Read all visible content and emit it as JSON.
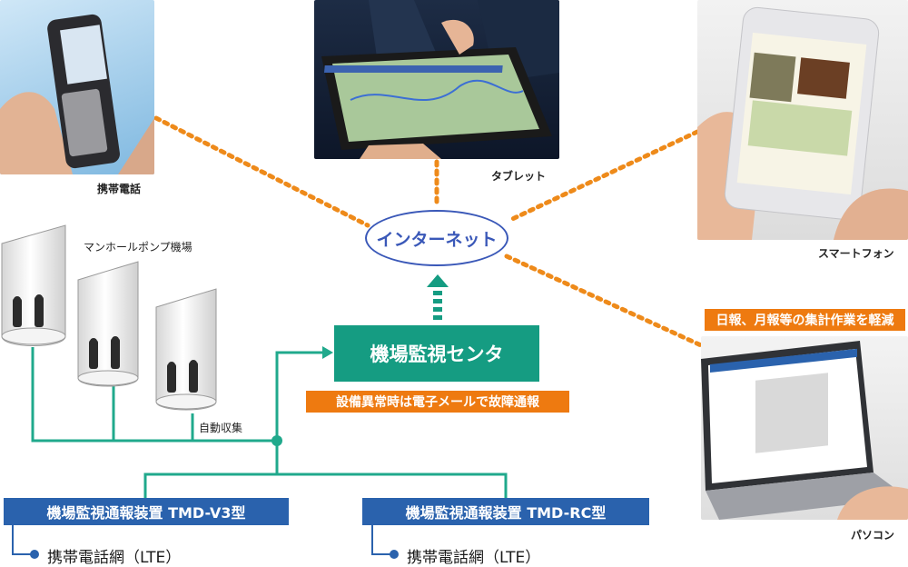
{
  "labels": {
    "mobile_phone": "携帯電話",
    "tablet": "タブレット",
    "smartphone": "スマートフォン",
    "pc": "パソコン",
    "internet": "インターネット",
    "manhole_station": "マンホールポンプ機場",
    "auto_collect": "自動収集",
    "monitor_center": "機場監視センタ",
    "alert_email": "設備異常時は電子メールで故障通報",
    "report_work": "日報、月報等の集計作業を軽減",
    "device_v3": "機場監視通報装置 TMD-V3型",
    "device_rc": "機場監視通報装置 TMD-RC型",
    "network_v3": "携帯電話網（LTE）",
    "network_rc": "携帯電話網（LTE）"
  },
  "colors": {
    "dotted_link": "#ee8a1a",
    "center": "#159c82",
    "device": "#2a62ad",
    "badge": "#ee7a10",
    "internet_ring": "#3a58b8",
    "wire": "#20a98c"
  }
}
